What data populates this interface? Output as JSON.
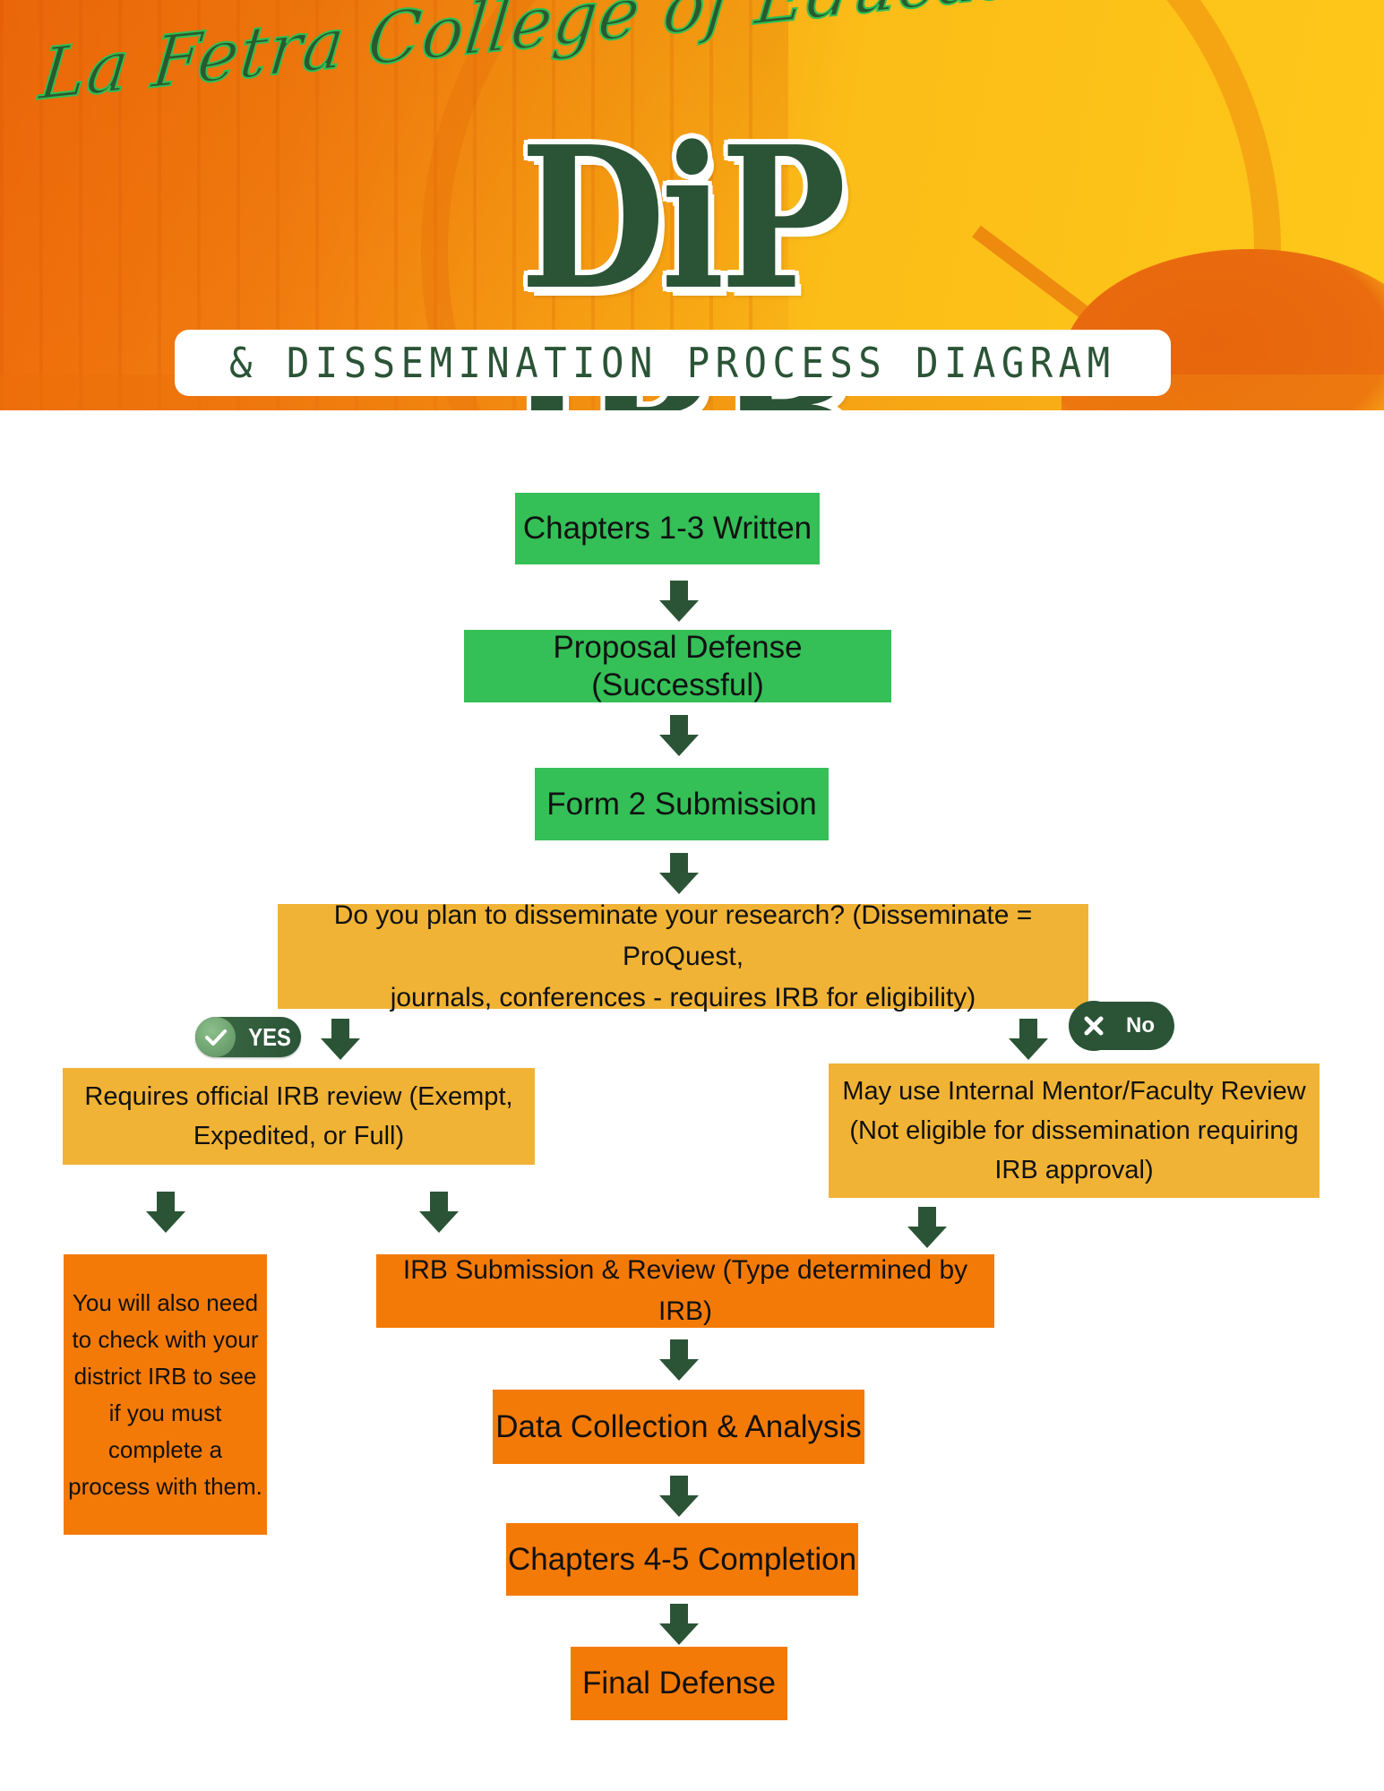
{
  "header": {
    "institution": "La Fetra College of Education",
    "title": "DiP IRB",
    "subtitle": "& DISSEMINATION PROCESS DIAGRAM"
  },
  "colors": {
    "dark_green": "#2b5436",
    "step_green": "#34bf57",
    "decision_gold": "#f1b335",
    "step_orange": "#f47a07",
    "banner_orange": "#ee6a0c",
    "banner_yellow": "#fec819"
  },
  "flow": {
    "steps": [
      {
        "id": "chapters-1-3",
        "label": "Chapters 1-3 Written"
      },
      {
        "id": "proposal-defense",
        "label": "Proposal Defense (Successful)"
      },
      {
        "id": "form-2",
        "label": "Form 2 Submission"
      }
    ],
    "decision": {
      "line1": "Do you plan to disseminate your research? (Disseminate = ProQuest,",
      "line2": "journals, conferences - requires IRB for eligibility)"
    },
    "yes_badge": {
      "label": "YES",
      "icon": "check-icon"
    },
    "no_badge": {
      "label": "No",
      "icon": "x-icon"
    },
    "yes_branch": {
      "line1": "Requires official IRB review (Exempt,",
      "line2": "Expedited, or Full)"
    },
    "no_branch": {
      "line1": "May use Internal Mentor/Faculty Review",
      "line2": "(Not eligible for dissemination requiring",
      "line3": "IRB approval)"
    },
    "district_note": {
      "lines": [
        "You will also need",
        "to check with your",
        "district IRB to see",
        "if you must",
        "complete a",
        "process with them."
      ]
    },
    "irb_submission": "IRB Submission & Review (Type determined by IRB)",
    "final_steps": [
      {
        "id": "data-collection",
        "label": "Data Collection & Analysis"
      },
      {
        "id": "chapters-4-5",
        "label": "Chapters 4-5 Completion"
      },
      {
        "id": "final-defense",
        "label": "Final Defense"
      }
    ]
  }
}
